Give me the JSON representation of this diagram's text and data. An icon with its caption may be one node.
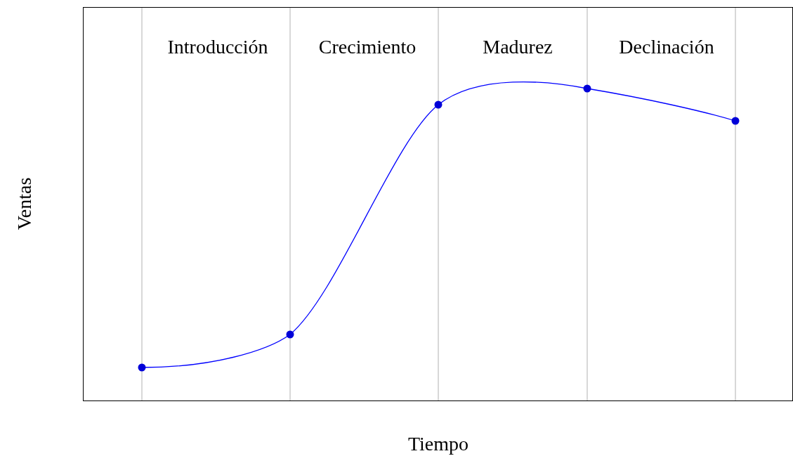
{
  "diagram": {
    "labels": [
      "Introducción",
      "Crecimiento",
      "Madurez",
      "Declinación",
      "Ventas",
      "Tiempo"
    ]
  }
}
